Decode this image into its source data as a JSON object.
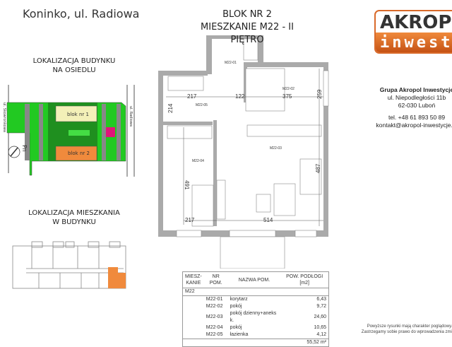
{
  "header": {
    "location": "Koninko, ul. Radiowa",
    "block": "BLOK NR 2",
    "apartment": "MIESZKANIE M22 - II PIĘTRO"
  },
  "site_plan": {
    "title_line1": "LOKALIZACJA BUDYNKU",
    "title_line2": "NA OSIEDLU",
    "block1": "blok nr 1",
    "block2": "blok nr 2",
    "street_left": "ul. Skowronkowa",
    "street_right": "ul. Radiowa",
    "north": "Pn",
    "highlight_color": "#e0157a",
    "block2_color": "#f08a3c"
  },
  "building_plan": {
    "title_line1": "LOKALIZACJA MIESZKANIA",
    "title_line2": "W BUDYNKU",
    "highlight_color": "#f08a3c"
  },
  "logo": {
    "line1": "AKROPOL",
    "line2": "inwestycje"
  },
  "contact": {
    "company": "Grupa Akropol Inwestycje",
    "street": "ul. Niepodległości 11b",
    "city": "62-030 Luboń",
    "phone": "tel. +48 61 893 50 89",
    "email": "kontakt@akropol-inwestycje.pl"
  },
  "floor_plan": {
    "rooms": {
      "r01": "M22-01",
      "r02": "M22-02",
      "r03": "M22-03",
      "r04": "M22-04",
      "r05": "M22-05"
    },
    "dims": {
      "bath_w": "217",
      "hall_w": "122",
      "bed_w": "375",
      "bed_h": "259",
      "bath_h": "214",
      "room4_h": "491",
      "room4_w": "217",
      "living_w": "514",
      "living_h": "487"
    }
  },
  "table": {
    "headers": [
      "MIESZ-KANIE",
      "NR POM.",
      "NAZWA POM.",
      "POW. PODŁOGI [m2]"
    ],
    "apartment": "M22",
    "rows": [
      {
        "nr": "M22-01",
        "name": "korytarz",
        "area": "6,43"
      },
      {
        "nr": "M22-02",
        "name": "pokój",
        "area": "9,72"
      },
      {
        "nr": "M22-03",
        "name": "pokój dzienny+aneks k.",
        "area": "24,60"
      },
      {
        "nr": "M22-04",
        "name": "pokój",
        "area": "10,65"
      },
      {
        "nr": "M22-05",
        "name": "łazienka",
        "area": "4,12"
      }
    ],
    "total": "55,52 m²"
  },
  "disclaimer": {
    "line1": "Powyższe rysunki mają charakter poglądowy.",
    "line2": "Zastrzegamy sobie prawo do wprowadzenia zmian."
  }
}
